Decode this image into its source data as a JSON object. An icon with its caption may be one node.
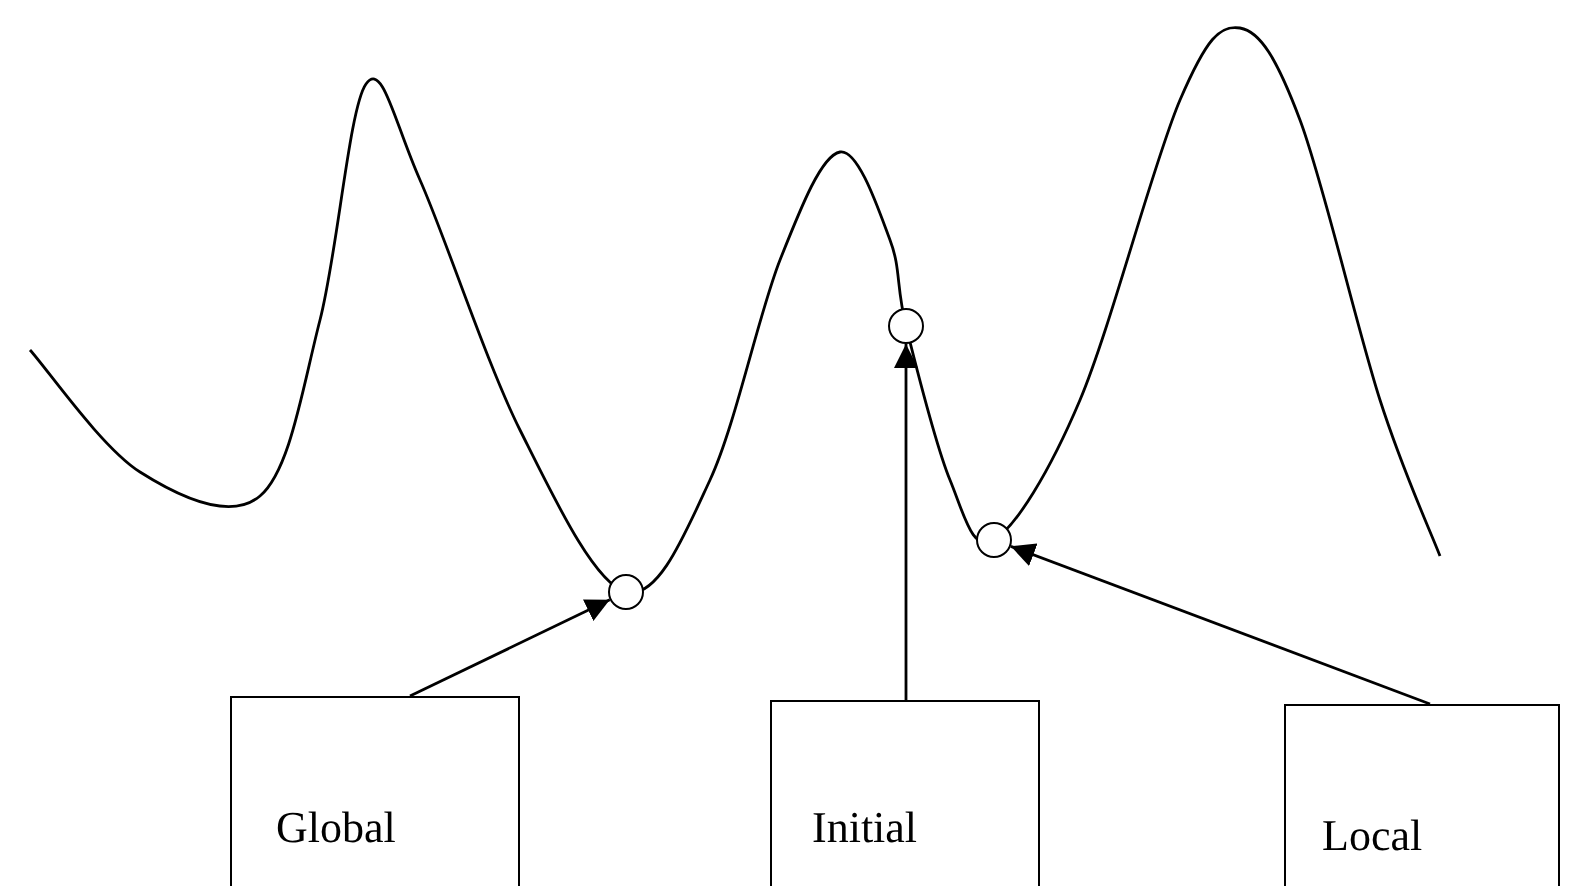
{
  "diagram": {
    "nodes": [
      {
        "text": [],
        "shape": "circle"
      },
      {
        "text": [],
        "shape": "circle"
      },
      {
        "text": [],
        "shape": "circle"
      },
      {
        "text": [
          "Global"
        ]
      },
      {
        "text": [
          "Initial"
        ]
      },
      {
        "text": [
          "Local"
        ]
      }
    ],
    "edges": [
      {
        "from": 3,
        "to": 0,
        "arrow": "to"
      },
      {
        "from": 4,
        "to": 1,
        "arrow": "to"
      },
      {
        "from": 5,
        "to": 2,
        "arrow": "to"
      }
    ]
  }
}
